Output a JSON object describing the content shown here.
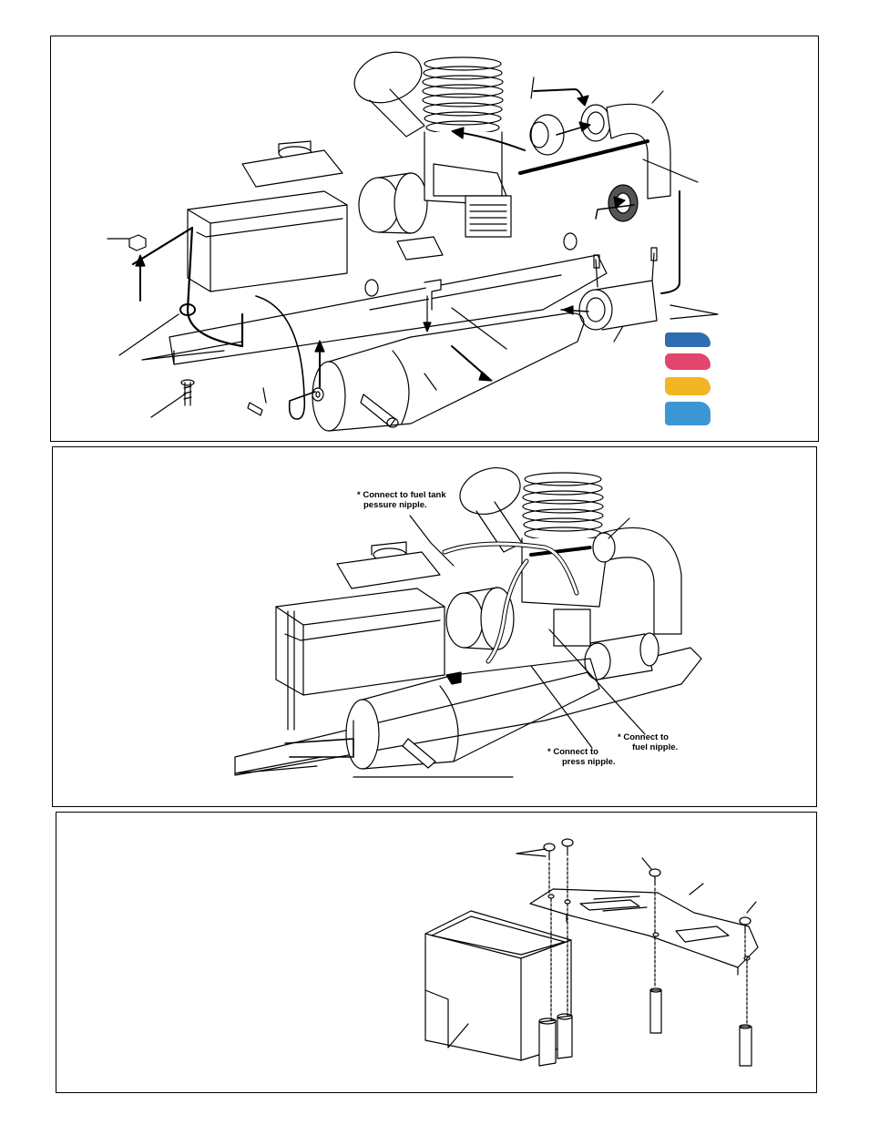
{
  "panel2": {
    "notes": {
      "fuel_tank_line1": "* Connect to fuel tank",
      "fuel_tank_line2": "pessure nipple.",
      "fuel_line1": "* Connect to",
      "fuel_line2": "fuel nipple.",
      "press_line1": "* Connect to",
      "press_line2": "press nipple."
    }
  },
  "colors": {
    "ink": "#000000",
    "swatch_dark_blue": "#2E6DB0",
    "swatch_pink": "#E2456E",
    "swatch_yellow": "#F0B623",
    "swatch_light_blue": "#3D96D4"
  }
}
